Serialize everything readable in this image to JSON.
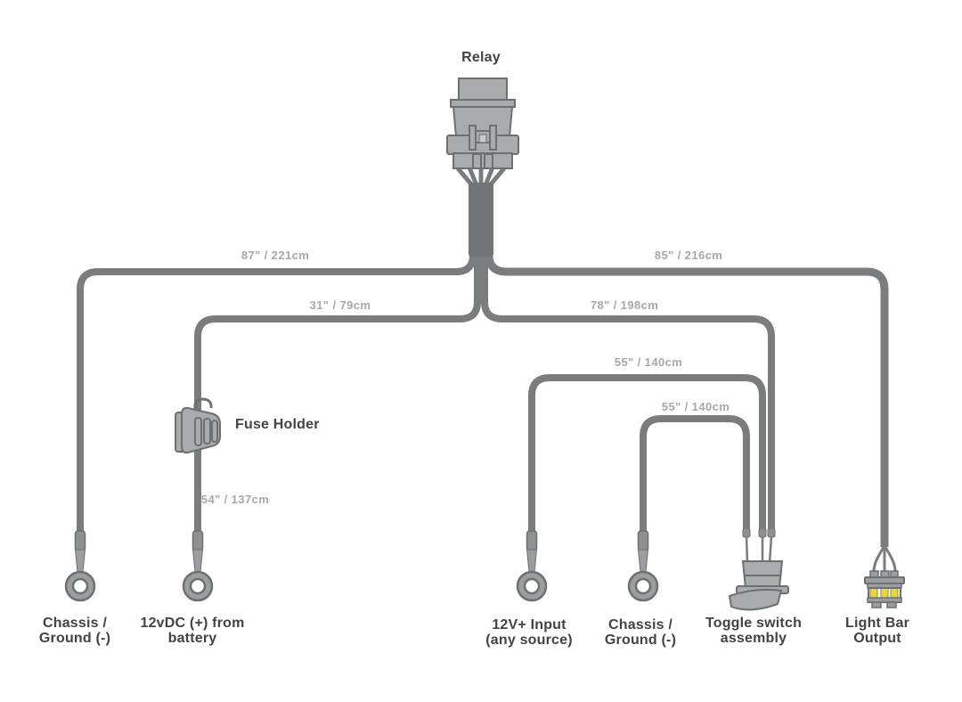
{
  "colors": {
    "background": "#ffffff",
    "wire": "#7a7c7e",
    "wire_bundle": "#717375",
    "component_fill": "#a9abad",
    "component_stroke": "#6d6f71",
    "terminal_fill": "#9b9da0",
    "connector_pin_yellow": "#e9d63e",
    "length_label_text": "#a6a8aa",
    "component_label_text": "#434244"
  },
  "components": {
    "relay": {
      "label": "Relay"
    },
    "fuse_holder": {
      "label": "Fuse Holder"
    },
    "toggle_switch": {
      "label_line1": "Toggle switch",
      "label_line2": "assembly"
    },
    "light_bar_output": {
      "label_line1": "Light Bar",
      "label_line2": "Output"
    }
  },
  "wires": {
    "relay_to_ground_left": {
      "length": "87\" / 221cm"
    },
    "relay_to_light_bar": {
      "length": "85\" / 216cm"
    },
    "relay_to_battery": {
      "length": "31\" / 79cm"
    },
    "relay_to_switch": {
      "length": "78\" / 198cm"
    },
    "input_to_switch": {
      "length": "55\" / 140cm"
    },
    "ground_to_switch": {
      "length": "55\" / 140cm"
    },
    "battery_below_fuse": {
      "length": "54\" / 137cm"
    }
  },
  "terminals": {
    "chassis_ground_left": {
      "label_line1": "Chassis /",
      "label_line2": "Ground (-)"
    },
    "battery": {
      "label_line1": "12vDC (+) from",
      "label_line2": "battery"
    },
    "input_12v": {
      "label_line1": "12V+ Input",
      "label_line2": "(any source)"
    },
    "chassis_ground_right": {
      "label_line1": "Chassis /",
      "label_line2": "Ground (-)"
    }
  }
}
